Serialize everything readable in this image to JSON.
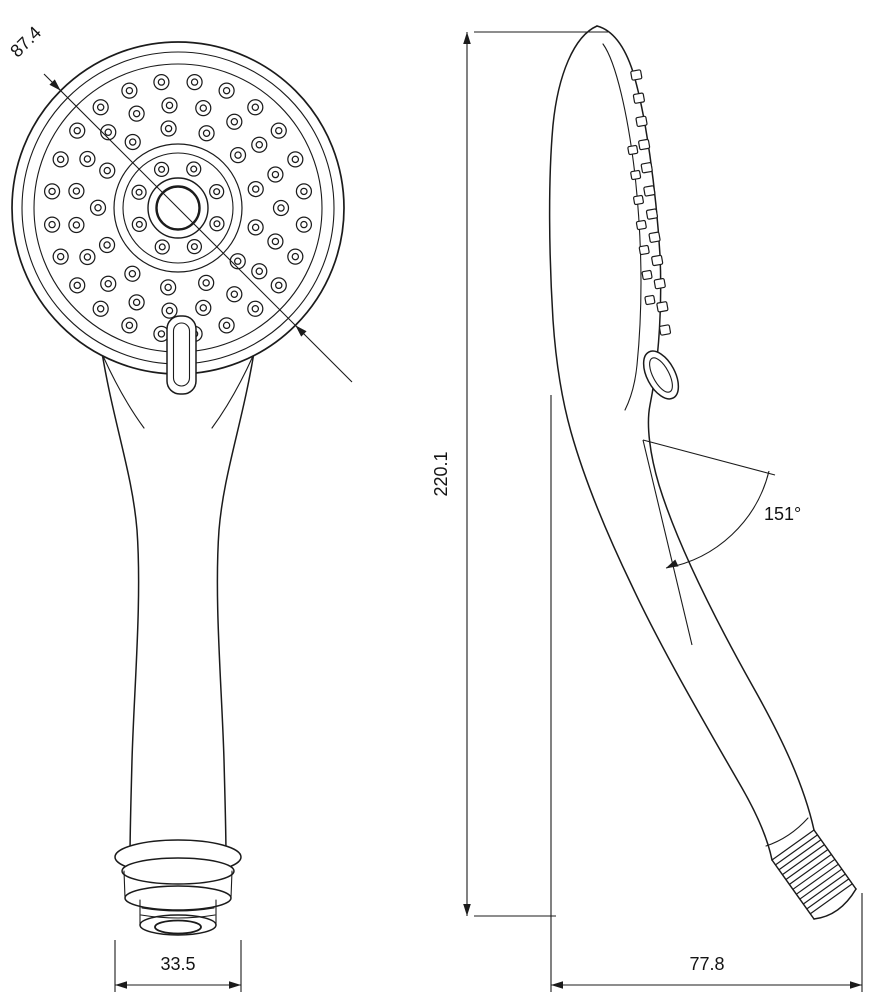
{
  "dimensions": {
    "head_diameter": "87.4",
    "overall_length": "220.1",
    "connector_width": "33.5",
    "profile_depth": "77.8",
    "handle_angle": "151°"
  }
}
